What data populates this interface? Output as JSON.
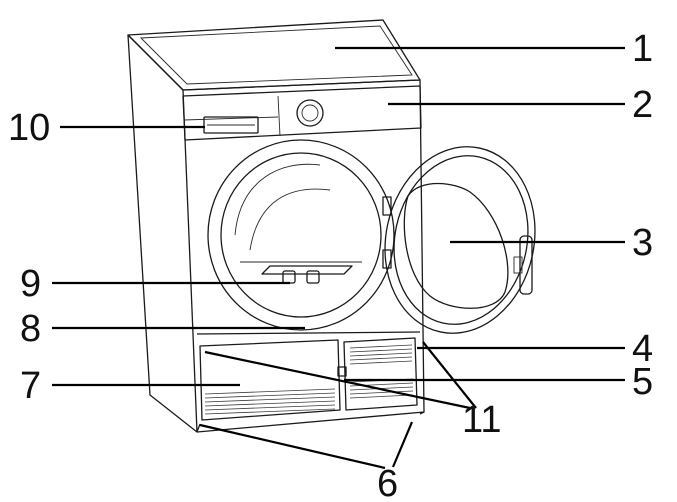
{
  "callouts": [
    {
      "id": "1",
      "text": "1"
    },
    {
      "id": "2",
      "text": "2"
    },
    {
      "id": "3",
      "text": "3"
    },
    {
      "id": "4",
      "text": "4"
    },
    {
      "id": "5",
      "text": "5"
    },
    {
      "id": "6",
      "text": "6"
    },
    {
      "id": "7",
      "text": "7"
    },
    {
      "id": "8",
      "text": "8"
    },
    {
      "id": "9",
      "text": "9"
    },
    {
      "id": "10",
      "text": "10"
    },
    {
      "id": "11",
      "text": "11"
    }
  ],
  "colors": {
    "line": "#1a1a1a",
    "background": "#ffffff",
    "label": "#111111"
  }
}
